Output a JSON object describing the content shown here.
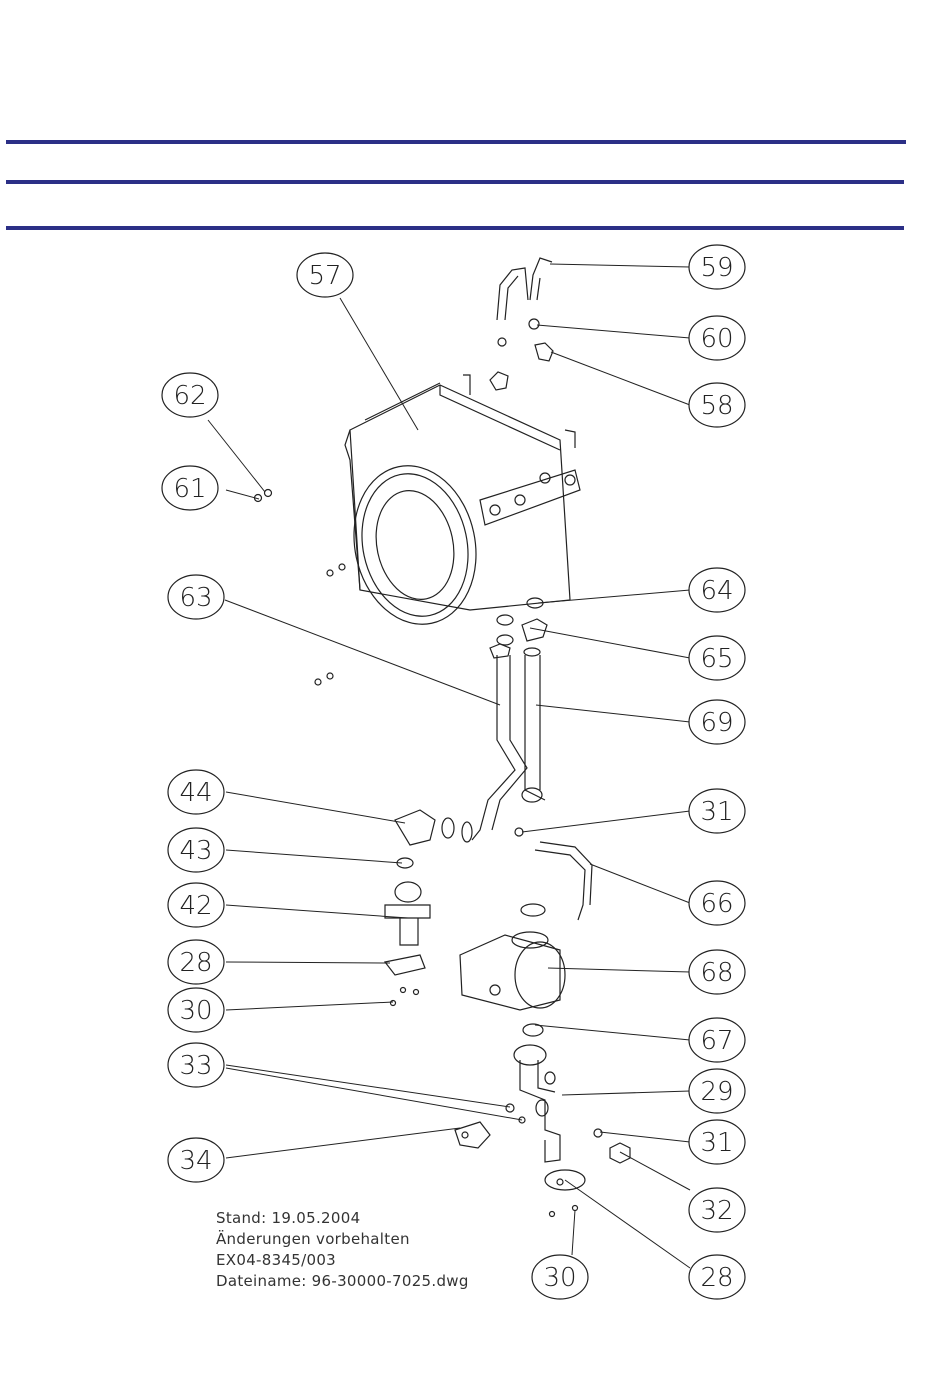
{
  "colors": {
    "rule": "#2b2f86",
    "line": "#222222"
  },
  "callouts": [
    {
      "label": "57",
      "icon": "heat-exchanger"
    },
    {
      "label": "59",
      "icon": "pipe"
    },
    {
      "label": "60",
      "icon": "seal"
    },
    {
      "label": "58",
      "icon": "vent-valve"
    },
    {
      "label": "62",
      "icon": "nut"
    },
    {
      "label": "61",
      "icon": "nut"
    },
    {
      "label": "63",
      "icon": "pipe"
    },
    {
      "label": "64",
      "icon": "seal"
    },
    {
      "label": "65",
      "icon": "clip"
    },
    {
      "label": "69",
      "icon": "pipe"
    },
    {
      "label": "44",
      "icon": "elbow"
    },
    {
      "label": "31",
      "icon": "seal"
    },
    {
      "label": "43",
      "icon": "seal"
    },
    {
      "label": "66",
      "icon": "pipe"
    },
    {
      "label": "42",
      "icon": "connector"
    },
    {
      "label": "28",
      "icon": "flange"
    },
    {
      "label": "68",
      "icon": "pump"
    },
    {
      "label": "30",
      "icon": "screw"
    },
    {
      "label": "67",
      "icon": "seal"
    },
    {
      "label": "33",
      "icon": "nut"
    },
    {
      "label": "29",
      "icon": "manifold"
    },
    {
      "label": "31",
      "icon": "seal"
    },
    {
      "label": "34",
      "icon": "valve"
    },
    {
      "label": "32",
      "icon": "cap"
    },
    {
      "label": "30",
      "icon": "screw"
    },
    {
      "label": "28",
      "icon": "flange"
    }
  ],
  "info": {
    "line1": "Stand: 19.05.2004",
    "line2": "Änderungen vorbehalten",
    "line3": "EX04-8345/003",
    "line4": "Dateiname: 96-30000-7025.dwg"
  }
}
